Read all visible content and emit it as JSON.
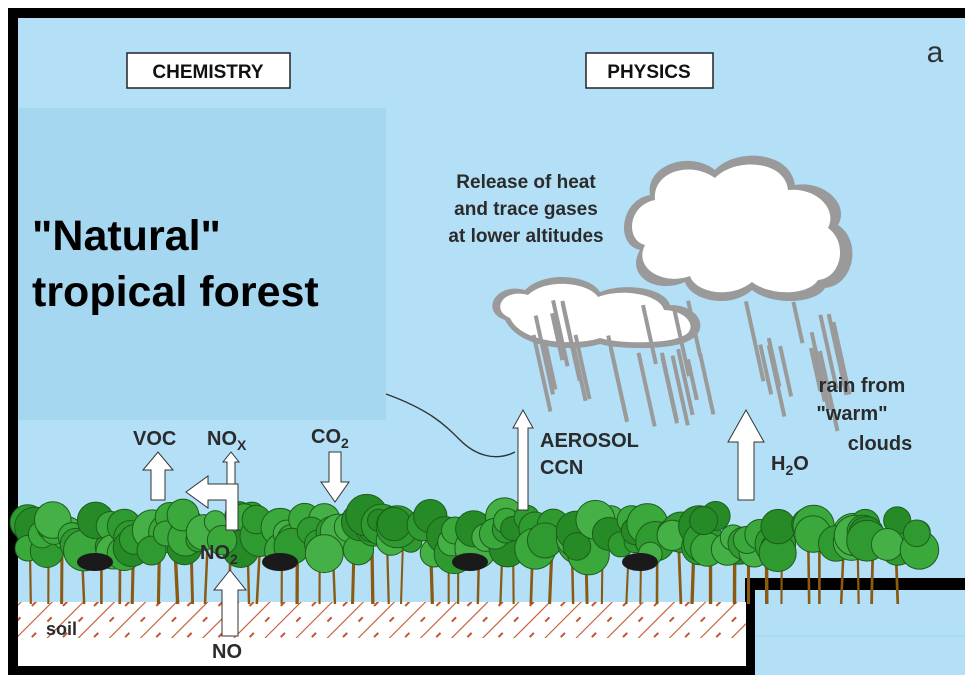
{
  "panel_letter": "a",
  "chemistry_label": "CHEMISTRY",
  "physics_label": "PHYSICS",
  "title_line1": "\"Natural\"",
  "title_line2": "tropical forest",
  "release_line1": "Release of heat",
  "release_line2": "and trace gases",
  "release_line3": "at lower altitudes",
  "rain_line1": "rain from",
  "rain_line2": "\"warm\"",
  "rain_line3": "clouds",
  "voc": "VOC",
  "nox": "NO",
  "nox_sub": "X",
  "co2": "CO",
  "co2_sub": "2",
  "no2": "NO",
  "no2_sub": "2",
  "no": "NO",
  "aerosol": "AEROSOL",
  "ccn": "CCN",
  "h2o_h": "H",
  "h2o_sub": "2",
  "h2o_o": "O",
  "soil": "soil",
  "colors": {
    "sky": "#b3e0f7",
    "title_panel": "#a6d7f0",
    "canopy": "#2f9a2f",
    "trunk": "#8a5a12",
    "soil_hatch": "#c2562f",
    "frame": "#000000",
    "cloud_shadow": "#9a9a9a"
  }
}
